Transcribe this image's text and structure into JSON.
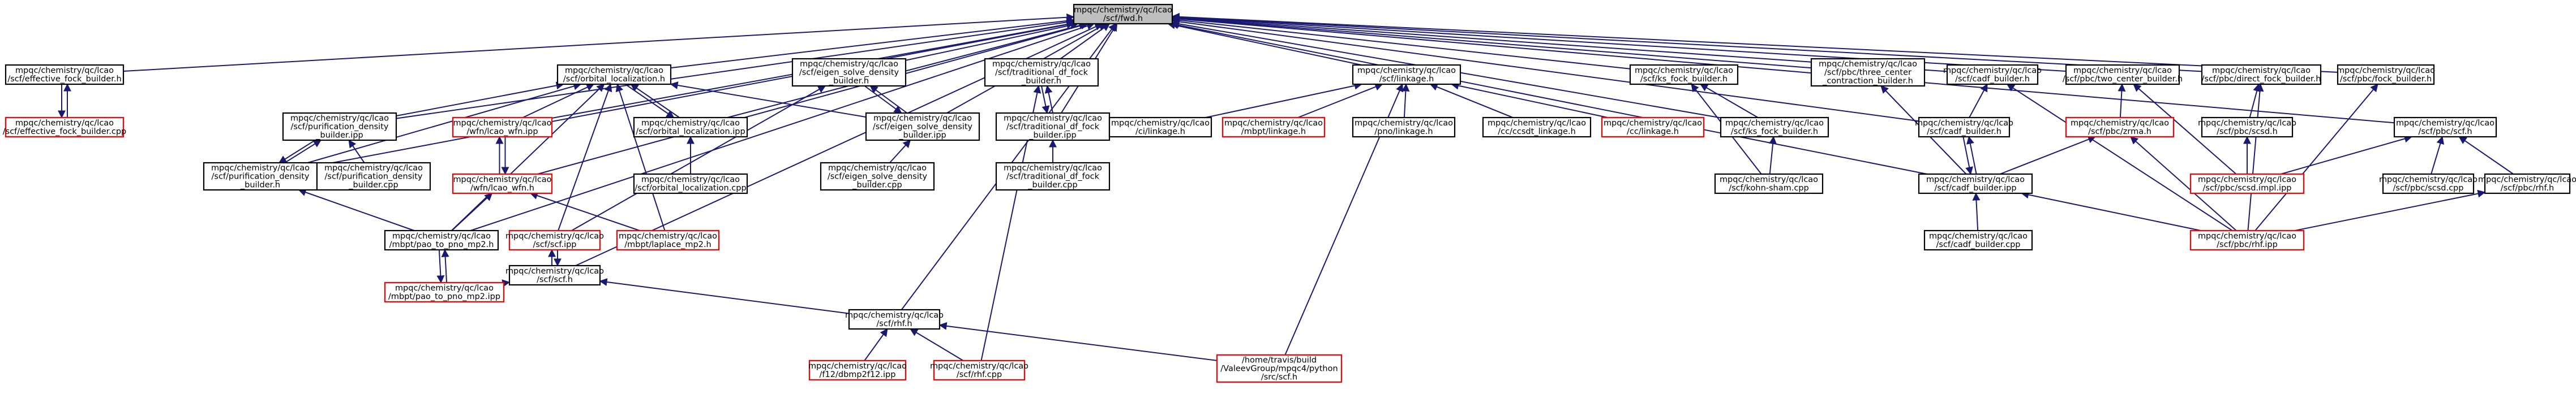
{
  "colors": {
    "edge": "#191970",
    "node_border": "#000000",
    "missing_border": "#ff0000",
    "root_fill": "#bfbfbf",
    "background": "#ffffff"
  },
  "nodes": [
    {
      "id": "root",
      "lines": [
        "mpqc/chemistry/qc/lcao",
        "/scf/fwd.h"
      ],
      "style": "root"
    },
    {
      "id": "efb",
      "lines": [
        "mpqc/chemistry/qc/lcao",
        "/scf/effective_fock_builder.h"
      ],
      "style": "black"
    },
    {
      "id": "efbcpp",
      "lines": [
        "mpqc/chemistry/qc/lcao",
        "/scf/effective_fock_builder.cpp"
      ],
      "style": "red"
    },
    {
      "id": "orb",
      "lines": [
        "mpqc/chemistry/qc/lcao",
        "/scf/orbital_localization.h"
      ],
      "style": "black"
    },
    {
      "id": "esd",
      "lines": [
        "mpqc/chemistry/qc/lcao",
        "/scf/eigen_solve_density",
        "_builder.h"
      ],
      "style": "black"
    },
    {
      "id": "tdf",
      "lines": [
        "mpqc/chemistry/qc/lcao",
        "/scf/traditional_df_fock",
        "_builder.h"
      ],
      "style": "black"
    },
    {
      "id": "lnk",
      "lines": [
        "mpqc/chemistry/qc/lcao",
        "/scf/linkage.h"
      ],
      "style": "black"
    },
    {
      "id": "kfb",
      "lines": [
        "mpqc/chemistry/qc/lcao",
        "/scf/ks_fock_builder.h"
      ],
      "style": "black"
    },
    {
      "id": "tc",
      "lines": [
        "mpqc/chemistry/qc/lcao",
        "/scf/pbc/three_center",
        "_contraction_builder.h"
      ],
      "style": "black"
    },
    {
      "id": "cadf",
      "lines": [
        "mpqc/chemistry/qc/lcao",
        "/scf/cadf_builder.h"
      ],
      "style": "black"
    },
    {
      "id": "pbc2c",
      "lines": [
        "mpqc/chemistry/qc/lcao",
        "/scf/pbc/two_center_builder.h"
      ],
      "style": "black"
    },
    {
      "id": "pbcdf",
      "lines": [
        "mpqc/chemistry/qc/lcao",
        "/scf/pbc/direct_fock_builder.h"
      ],
      "style": "black"
    },
    {
      "id": "pbcfb",
      "lines": [
        "mpqc/chemistry/qc/lcao",
        "/scf/pbc/fock_builder.h"
      ],
      "style": "black"
    },
    {
      "id": "pdb",
      "lines": [
        "mpqc/chemistry/qc/lcao",
        "/scf/purification_density",
        "_builder.ipp"
      ],
      "style": "black"
    },
    {
      "id": "wfnipp",
      "lines": [
        "mpqc/chemistry/qc/lcao",
        "/wfn/lcao_wfn.ipp"
      ],
      "style": "red"
    },
    {
      "id": "orbipp",
      "lines": [
        "mpqc/chemistry/qc/lcao",
        "/scf/orbital_localization.ipp"
      ],
      "style": "black"
    },
    {
      "id": "esdipp",
      "lines": [
        "mpqc/chemistry/qc/lcao",
        "/scf/eigen_solve_density",
        "_builder.ipp"
      ],
      "style": "black"
    },
    {
      "id": "tdfipp",
      "lines": [
        "mpqc/chemistry/qc/lcao",
        "/scf/traditional_df_fock",
        "_builder.ipp"
      ],
      "style": "black"
    },
    {
      "id": "cilnk",
      "lines": [
        "mpqc/chemistry/qc/lcao",
        "/ci/linkage.h"
      ],
      "style": "black"
    },
    {
      "id": "mblnk",
      "lines": [
        "mpqc/chemistry/qc/lcao",
        "/mbpt/linkage.h"
      ],
      "style": "red"
    },
    {
      "id": "pnolnk",
      "lines": [
        "mpqc/chemistry/qc/lcao",
        "/pno/linkage.h"
      ],
      "style": "black"
    },
    {
      "id": "cclnk",
      "lines": [
        "mpqc/chemistry/qc/lcao",
        "/cc/ccsdt_linkage.h"
      ],
      "style": "black"
    },
    {
      "id": "cclnk2",
      "lines": [
        "mpqc/chemistry/qc/lcao",
        "/cc/linkage.h"
      ],
      "style": "red"
    },
    {
      "id": "kfbipp",
      "lines": [
        "mpqc/chemistry/qc/lcao",
        "/scf/ks_fock_builder.h"
      ],
      "style": "black"
    },
    {
      "id": "cadfipp",
      "lines": [
        "mpqc/chemistry/qc/lcao",
        "/scf/cadf_builder.h"
      ],
      "style": "black"
    },
    {
      "id": "pbczrma",
      "lines": [
        "mpqc/chemistry/qc/lcao",
        "/scf/pbc/zrma.h"
      ],
      "style": "red"
    },
    {
      "id": "pbcscsd",
      "lines": [
        "mpqc/chemistry/qc/lcao",
        "/scf/pbc/scsd.h"
      ],
      "style": "black"
    },
    {
      "id": "pbcscf",
      "lines": [
        "mpqc/chemistry/qc/lcao",
        "/scf/pbc/scf.h"
      ],
      "style": "black"
    },
    {
      "id": "pdbh",
      "lines": [
        "mpqc/chemistry/qc/lcao",
        "/scf/purification_density",
        "_builder.h"
      ],
      "style": "black"
    },
    {
      "id": "pdbcpp",
      "lines": [
        "mpqc/chemistry/qc/lcao",
        "/scf/purification_density",
        "_builder.cpp"
      ],
      "style": "black"
    },
    {
      "id": "wfnh",
      "lines": [
        "mpqc/chemistry/qc/lcao",
        "/wfn/lcao_wfn.h"
      ],
      "style": "red"
    },
    {
      "id": "orbcpp",
      "lines": [
        "mpqc/chemistry/qc/lcao",
        "/scf/orbital_localization.cpp"
      ],
      "style": "black"
    },
    {
      "id": "esdcpp",
      "lines": [
        "mpqc/chemistry/qc/lcao",
        "/scf/eigen_solve_density",
        "_builder.cpp"
      ],
      "style": "black"
    },
    {
      "id": "tdfcpp",
      "lines": [
        "mpqc/chemistry/qc/lcao",
        "/scf/traditional_df_fock",
        "_builder.cpp"
      ],
      "style": "black"
    },
    {
      "id": "ksh",
      "lines": [
        "mpqc/chemistry/qc/lcao",
        "/scf/kohn-sham.cpp"
      ],
      "style": "black"
    },
    {
      "id": "dfipp",
      "lines": [
        "mpqc/chemistry/qc/lcao",
        "/scf/cadf_builder.ipp"
      ],
      "style": "black"
    },
    {
      "id": "dfcpp",
      "lines": [
        "mpqc/chemistry/qc/lcao",
        "/scf/cadf_builder.cpp"
      ],
      "style": "black"
    },
    {
      "id": "scsdimpl",
      "lines": [
        "mpqc/chemistry/qc/lcao",
        "/scf/pbc/scsd.impl.ipp"
      ],
      "style": "red"
    },
    {
      "id": "scsdcpp",
      "lines": [
        "mpqc/chemistry/qc/lcao",
        "/scf/pbc/scsd.cpp"
      ],
      "style": "black"
    },
    {
      "id": "pbcrhf",
      "lines": [
        "mpqc/chemistry/qc/lcao",
        "/scf/pbc/rhf.h"
      ],
      "style": "black"
    },
    {
      "id": "pno",
      "lines": [
        "mpqc/chemistry/qc/lcao",
        "/mbpt/pao_to_pno_mp2.h"
      ],
      "style": "black"
    },
    {
      "id": "scfipp",
      "lines": [
        "mpqc/chemistry/qc/lcao",
        "/scf/scf.ipp"
      ],
      "style": "red"
    },
    {
      "id": "lmp2",
      "lines": [
        "mpqc/chemistry/qc/lcao",
        "/mbpt/laplace_mp2.h"
      ],
      "style": "red"
    },
    {
      "id": "pbcrhfipp",
      "lines": [
        "mpqc/chemistry/qc/lcao",
        "/scf/pbc/rhf.ipp"
      ],
      "style": "red"
    },
    {
      "id": "scfh",
      "lines": [
        "mpqc/chemistry/qc/lcao",
        "/scf/scf.h"
      ],
      "style": "black"
    },
    {
      "id": "pnoipp",
      "lines": [
        "mpqc/chemistry/qc/lcao",
        "/mbpt/pao_to_pno_mp2.ipp"
      ],
      "style": "red"
    },
    {
      "id": "rhfh",
      "lines": [
        "mpqc/chemistry/qc/lcao",
        "/scf/rhf.h"
      ],
      "style": "black"
    },
    {
      "id": "f12",
      "lines": [
        "mpqc/chemistry/qc/lcao",
        "/f12/dbmp2f12.ipp"
      ],
      "style": "red"
    },
    {
      "id": "rhfcpp",
      "lines": [
        "mpqc/chemistry/qc/lcao",
        "/scf/rhf.cpp"
      ],
      "style": "red"
    },
    {
      "id": "py",
      "lines": [
        "/home/travis/build",
        "/ValeevGroup/mpqc4/python",
        "/src/scf.h"
      ],
      "style": "red"
    }
  ],
  "edges": [
    [
      "efb",
      "root"
    ],
    [
      "efbcpp",
      "efb"
    ],
    [
      "efb",
      "efbcpp"
    ],
    [
      "orb",
      "root"
    ],
    [
      "esd",
      "root"
    ],
    [
      "tdf",
      "root"
    ],
    [
      "lnk",
      "root"
    ],
    [
      "kfb",
      "root"
    ],
    [
      "tc",
      "root"
    ],
    [
      "cadf",
      "root"
    ],
    [
      "pbc2c",
      "root"
    ],
    [
      "pbcdf",
      "root"
    ],
    [
      "pbcfb",
      "root"
    ],
    [
      "pbcscf",
      "root"
    ],
    [
      "pdb",
      "root"
    ],
    [
      "wfnipp",
      "root"
    ],
    [
      "orbipp",
      "root"
    ],
    [
      "esdipp",
      "root"
    ],
    [
      "tdfipp",
      "root"
    ],
    [
      "pno",
      "root"
    ],
    [
      "scfh",
      "root"
    ],
    [
      "rhfh",
      "root"
    ],
    [
      "kfbipp",
      "root"
    ],
    [
      "cadfipp",
      "root"
    ],
    [
      "pdbh",
      "root"
    ],
    [
      "wfnh",
      "root"
    ],
    [
      "dfipp",
      "root"
    ],
    [
      "pdb",
      "orb"
    ],
    [
      "wfnipp",
      "orb"
    ],
    [
      "orbipp",
      "orb"
    ],
    [
      "orb",
      "orbipp"
    ],
    [
      "esdipp",
      "orb"
    ],
    [
      "pdbh",
      "orb"
    ],
    [
      "pno",
      "orb"
    ],
    [
      "scfipp",
      "orb"
    ],
    [
      "lmp2",
      "orb"
    ],
    [
      "esdipp",
      "esd"
    ],
    [
      "esd",
      "esdipp"
    ],
    [
      "scfipp",
      "esd"
    ],
    [
      "tdfipp",
      "tdf"
    ],
    [
      "tdf",
      "tdfipp"
    ],
    [
      "rhfcpp",
      "tdf"
    ],
    [
      "cilnk",
      "lnk"
    ],
    [
      "mblnk",
      "lnk"
    ],
    [
      "pnolnk",
      "lnk"
    ],
    [
      "cclnk",
      "lnk"
    ],
    [
      "cclnk2",
      "lnk"
    ],
    [
      "py",
      "lnk"
    ],
    [
      "kfbipp",
      "kfb"
    ],
    [
      "ksh",
      "kfb"
    ],
    [
      "dfipp",
      "tc"
    ],
    [
      "cadfipp",
      "cadf"
    ],
    [
      "pbcrhfipp",
      "cadf"
    ],
    [
      "pbczrma",
      "pbc2c"
    ],
    [
      "scsdimpl",
      "pbc2c"
    ],
    [
      "pbcscsd",
      "pbcdf"
    ],
    [
      "pbcrhfipp",
      "pbcdf"
    ],
    [
      "pbcrhfipp",
      "pbcfb"
    ],
    [
      "scsdimpl",
      "pbcscf"
    ],
    [
      "scsdcpp",
      "pbcscf"
    ],
    [
      "pbcrhf",
      "pbcscf"
    ],
    [
      "pdbh",
      "pdb"
    ],
    [
      "pdb",
      "pdbh"
    ],
    [
      "pdbcpp",
      "pdb"
    ],
    [
      "wfnh",
      "wfnipp"
    ],
    [
      "wfnipp",
      "wfnh"
    ],
    [
      "orbcpp",
      "orbipp"
    ],
    [
      "esdcpp",
      "esdipp"
    ],
    [
      "tdfcpp",
      "tdfipp"
    ],
    [
      "ksh",
      "kfbipp"
    ],
    [
      "dfipp",
      "cadfipp"
    ],
    [
      "cadfipp",
      "dfipp"
    ],
    [
      "dfipp",
      "pbczrma"
    ],
    [
      "pbcrhfipp",
      "pbczrma"
    ],
    [
      "scsdimpl",
      "pbcscsd"
    ],
    [
      "pbcrhfipp",
      "pbcrhf"
    ],
    [
      "pno",
      "pdbh"
    ],
    [
      "lmp2",
      "wfnh"
    ],
    [
      "pno",
      "wfnh"
    ],
    [
      "dfcpp",
      "dfipp"
    ],
    [
      "pbcrhfipp",
      "dfipp"
    ],
    [
      "pnoipp",
      "pno"
    ],
    [
      "pno",
      "pnoipp"
    ],
    [
      "scfh",
      "scfipp"
    ],
    [
      "scfipp",
      "scfh"
    ],
    [
      "pnoipp",
      "scfh"
    ],
    [
      "rhfh",
      "scfh"
    ],
    [
      "f12",
      "rhfh"
    ],
    [
      "rhfcpp",
      "rhfh"
    ],
    [
      "py",
      "rhfh"
    ]
  ]
}
